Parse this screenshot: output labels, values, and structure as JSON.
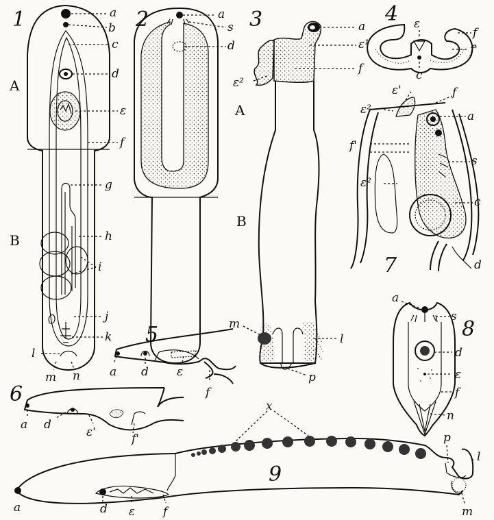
{
  "figures": {
    "f1": {
      "number": "1",
      "regions": [
        "A",
        "B"
      ],
      "labels": {
        "a": "a",
        "b": "b",
        "c": "c",
        "d": "d",
        "e": "ε",
        "f": "f",
        "g": "g",
        "h": "h",
        "i": "i",
        "j": "j",
        "k": "k",
        "l": "l",
        "m": "m",
        "n": "n"
      }
    },
    "f2": {
      "number": "2",
      "labels": {
        "a": "a",
        "s": "s",
        "d": "d"
      }
    },
    "f3": {
      "number": "3",
      "regions": [
        "A",
        "B"
      ],
      "labels": {
        "a": "a",
        "e1": "ε¹",
        "e2": "ε²",
        "f": "f",
        "m": "m",
        "l": "l",
        "p": "p"
      }
    },
    "f4": {
      "number": "4",
      "labels": {
        "e": "ε",
        "f": "f",
        "f1": "f'",
        "c": "c"
      }
    },
    "f5": {
      "number": "5",
      "labels": {
        "a": "a",
        "d": "d",
        "e": "ε",
        "f": "f"
      }
    },
    "f6": {
      "number": "6",
      "labels": {
        "a": "a",
        "d": "d",
        "e1": "ε'",
        "f1": "f'"
      }
    },
    "f7": {
      "number": "7",
      "labels": {
        "e1": "ε'",
        "e2": "ε²",
        "e2b": "ε²",
        "f": "f",
        "f1": "f'",
        "a": "a",
        "s": "s",
        "c": "c",
        "d": "d"
      }
    },
    "f8": {
      "number": "8",
      "labels": {
        "a": "a",
        "s": "s",
        "d": "d",
        "e": "ε",
        "f": "f",
        "n": "n"
      }
    },
    "f9": {
      "number": "9",
      "labels": {
        "x": "x",
        "a": "a",
        "d": "d",
        "e": "ε",
        "f": "f",
        "p": "p",
        "l": "l",
        "m": "m"
      }
    }
  }
}
